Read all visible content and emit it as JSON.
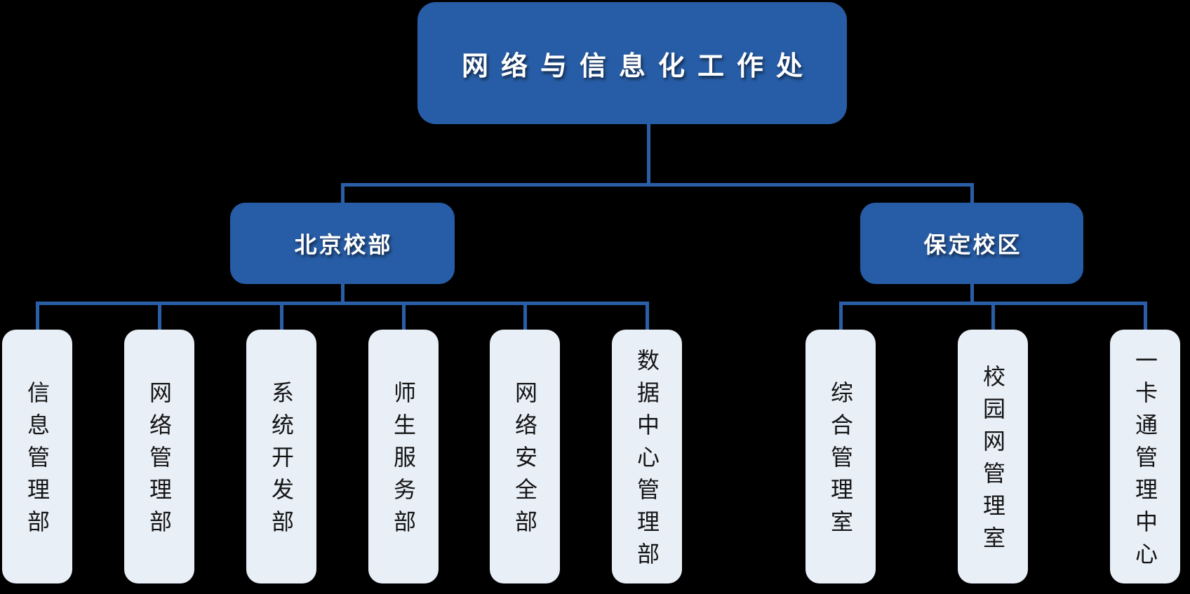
{
  "org": {
    "root": {
      "label": "网络与信息化工作处"
    },
    "branches": [
      {
        "label": "北京校部",
        "children": [
          {
            "label": "信息管理部"
          },
          {
            "label": "网络管理部"
          },
          {
            "label": "系统开发部"
          },
          {
            "label": "师生服务部"
          },
          {
            "label": "网络安全部"
          },
          {
            "label": "数据中心管理部"
          }
        ]
      },
      {
        "label": "保定校区",
        "children": [
          {
            "label": "综合管理室"
          },
          {
            "label": "校园网管理室"
          },
          {
            "label": "一卡通管理中心"
          }
        ]
      }
    ],
    "colors": {
      "background": "#000000",
      "node_fill": "#275da6",
      "node_text": "#ffffff",
      "leaf_fill": "#e9eff7",
      "leaf_text": "#141414",
      "connector": "#2a5fa8"
    }
  }
}
